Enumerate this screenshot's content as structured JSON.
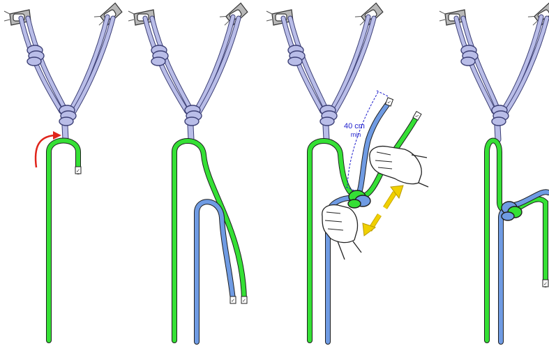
{
  "figure": {
    "panels": [
      {
        "id": "step-1",
        "note": ""
      },
      {
        "id": "step-2",
        "note": ""
      },
      {
        "id": "step-3",
        "note": ""
      },
      {
        "id": "step-4",
        "note": ""
      }
    ],
    "measurement": {
      "value": "40 cm",
      "qualifier": "min"
    }
  },
  "colors": {
    "sling": "#b9bde8",
    "sling_outline": "#3c3f75",
    "green_rope": "#35e035",
    "blue_rope": "#6f9be3",
    "rope_outline": "#1e1e1e",
    "arrow_red": "#e0241b",
    "arrow_yellow": "#f0d000",
    "dimension": "#1b1bcc",
    "metal": "#b8b8b8"
  },
  "icons": [
    "anchor-bolt-icon",
    "threading-arrow-icon",
    "tighten-arrows-icon",
    "hand-icon"
  ]
}
